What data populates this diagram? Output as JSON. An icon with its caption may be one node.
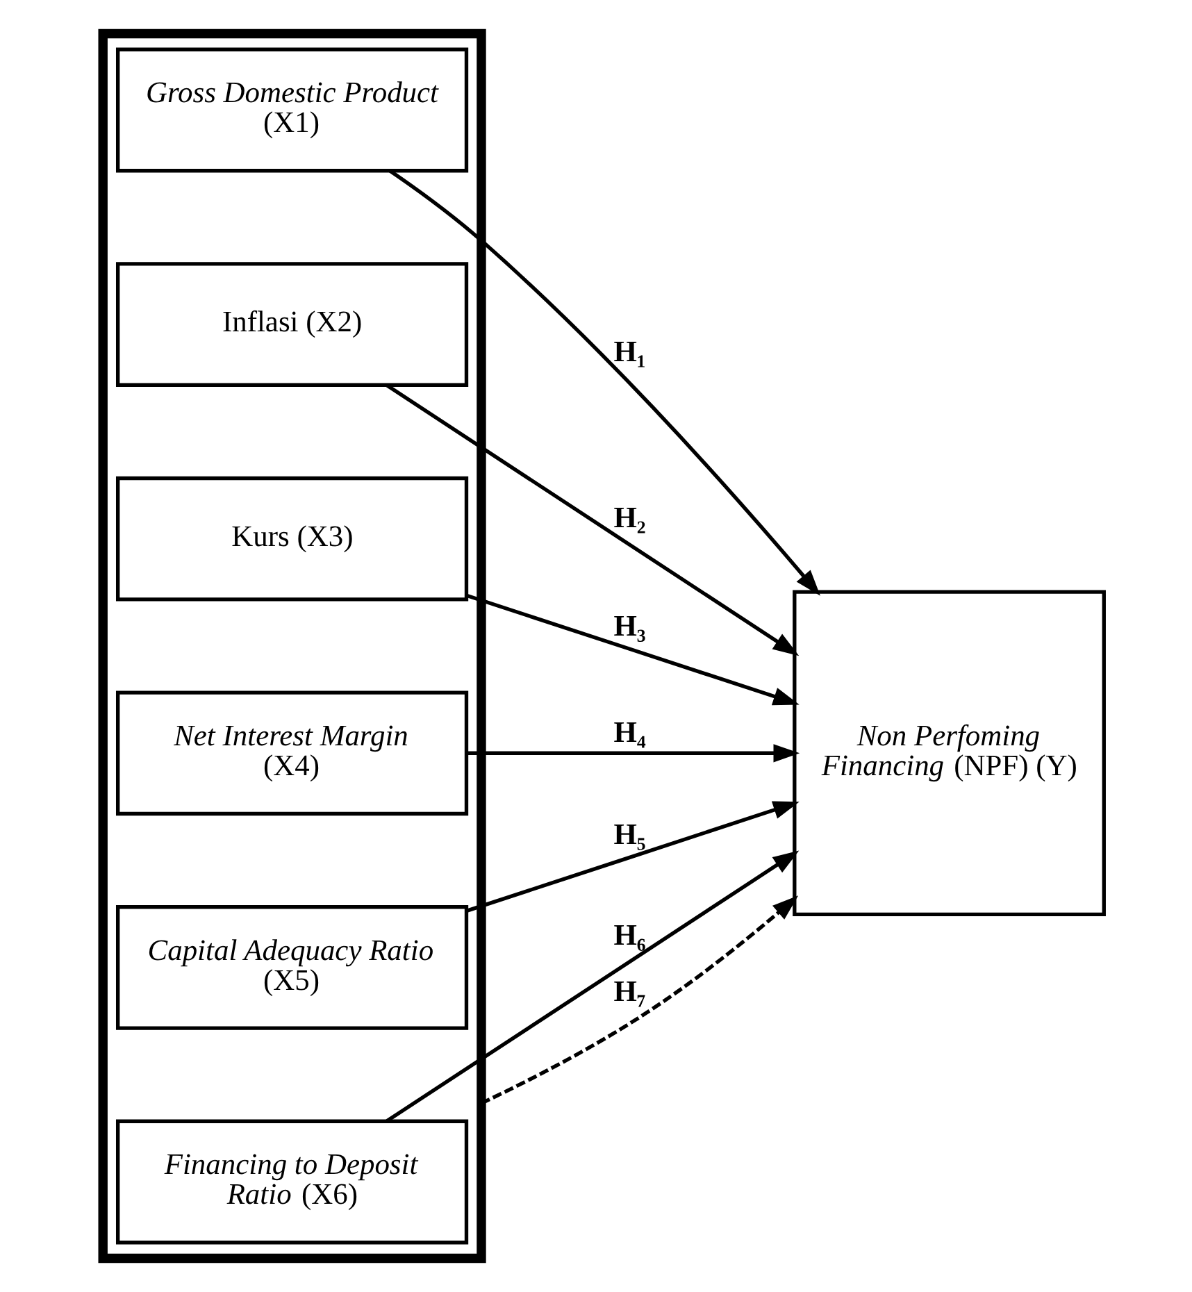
{
  "diagram": {
    "nodes": [
      {
        "text": [],
        "shape": "box"
      },
      {
        "text": [
          "*Gross Domestic Product* (X1)"
        ],
        "in": 0
      },
      {
        "text": [
          "Inflasi (X2)"
        ],
        "in": 0
      },
      {
        "text": [
          "Kurs (X3)"
        ],
        "in": 0
      },
      {
        "text": [
          "*Net Interest Margin* (X4)"
        ],
        "in": 0
      },
      {
        "text": [
          "*Capital Adequacy Ratio* (X5)"
        ],
        "in": 0
      },
      {
        "text": [
          "*Financing to Deposit Ratio* (X6)"
        ],
        "in": 0
      },
      {
        "text": [
          "*Non Perfoming Financing* (NPF) (Y)"
        ]
      }
    ],
    "edges": [
      {
        "from": 1,
        "to": 7,
        "arrow": "to",
        "label": "H₁"
      },
      {
        "from": 2,
        "to": 7,
        "arrow": "to",
        "label": "H₂"
      },
      {
        "from": 3,
        "to": 7,
        "arrow": "to",
        "label": "H₃"
      },
      {
        "from": 4,
        "to": 7,
        "arrow": "to",
        "label": "H₄"
      },
      {
        "from": 5,
        "to": 7,
        "arrow": "to",
        "label": "H₅"
      },
      {
        "from": 6,
        "to": 7,
        "arrow": "to",
        "label": "H₆"
      },
      {
        "from": 0,
        "to": 7,
        "arrow": "to",
        "label": "H₇",
        "style": "dashed"
      }
    ]
  }
}
